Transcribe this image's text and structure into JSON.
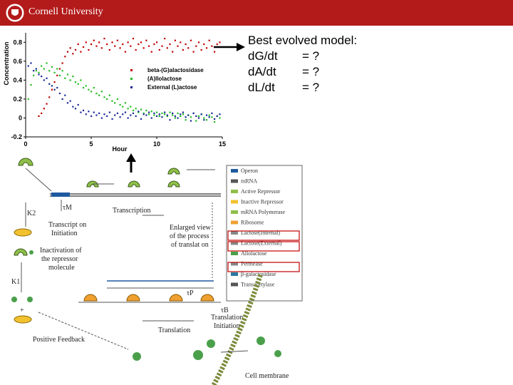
{
  "header": {
    "brand": "Cornell University"
  },
  "model": {
    "title": "Best evolved model:",
    "equations": [
      {
        "lhs": "dG/dt",
        "rhs": "= ?"
      },
      {
        "lhs": "dA/dt",
        "rhs": "= ?"
      },
      {
        "lhs": "dL/dt",
        "rhs": "= ?"
      }
    ]
  },
  "chart_data": {
    "type": "scatter",
    "xlabel": "Hour",
    "ylabel": "Concentration",
    "xlim": [
      0,
      15
    ],
    "ylim": [
      -0.2,
      0.9
    ],
    "xticks": [
      "0",
      "5",
      "10",
      "15"
    ],
    "yticks": [
      "-0.2",
      "0",
      "0.2",
      "0.4",
      "0.6",
      "0.8"
    ],
    "legend_position": "center",
    "series": [
      {
        "name": "beta-(G)alactosidase",
        "color": "#c00000",
        "x": [
          1.0,
          1.2,
          1.4,
          1.6,
          1.8,
          2.0,
          2.2,
          2.4,
          2.6,
          2.8,
          3.0,
          3.2,
          3.4,
          3.6,
          3.8,
          4.0,
          4.2,
          4.4,
          4.6,
          4.8,
          5.0,
          5.2,
          5.4,
          5.6,
          5.8,
          6.0,
          6.2,
          6.4,
          6.6,
          6.8,
          7.0,
          7.2,
          7.4,
          7.6,
          7.8,
          8.0,
          8.2,
          8.4,
          8.6,
          8.8,
          9.0,
          9.2,
          9.4,
          9.6,
          9.8,
          10.0,
          10.2,
          10.4,
          10.6,
          10.8,
          11.0,
          11.2,
          11.4,
          11.6,
          11.8,
          12.0,
          12.2,
          12.4,
          12.6,
          12.8,
          13.0,
          13.2,
          13.4,
          13.6,
          13.8,
          14.0,
          14.2,
          14.4,
          14.6,
          14.8
        ],
        "y": [
          0.02,
          0.05,
          0.1,
          0.15,
          0.22,
          0.3,
          0.38,
          0.45,
          0.52,
          0.58,
          0.65,
          0.7,
          0.74,
          0.68,
          0.72,
          0.78,
          0.7,
          0.75,
          0.8,
          0.72,
          0.78,
          0.82,
          0.76,
          0.8,
          0.74,
          0.84,
          0.78,
          0.72,
          0.8,
          0.76,
          0.82,
          0.74,
          0.78,
          0.7,
          0.8,
          0.76,
          0.84,
          0.72,
          0.78,
          0.8,
          0.74,
          0.82,
          0.76,
          0.7,
          0.78,
          0.8,
          0.72,
          0.76,
          0.84,
          0.74,
          0.78,
          0.7,
          0.82,
          0.76,
          0.8,
          0.72,
          0.78,
          0.74,
          0.82,
          0.7,
          0.76,
          0.8,
          0.72,
          0.78,
          0.74,
          0.82,
          0.76,
          0.7,
          0.78,
          0.8
        ]
      },
      {
        "name": "(A)llolactose",
        "color": "#22bb22",
        "x": [
          0.2,
          0.4,
          0.6,
          0.8,
          1.0,
          1.2,
          1.4,
          1.6,
          1.8,
          2.0,
          2.2,
          2.4,
          2.6,
          2.8,
          3.0,
          3.2,
          3.4,
          3.6,
          3.8,
          4.0,
          4.2,
          4.4,
          4.6,
          4.8,
          5.0,
          5.2,
          5.4,
          5.6,
          5.8,
          6.0,
          6.2,
          6.4,
          6.6,
          6.8,
          7.0,
          7.2,
          7.4,
          7.6,
          7.8,
          8.0,
          8.2,
          8.4,
          8.6,
          8.8,
          9.0,
          9.2,
          9.4,
          9.6,
          9.8,
          10.0,
          10.2,
          10.4,
          10.6,
          10.8,
          11.0,
          11.2,
          11.4,
          11.6,
          11.8,
          12.0,
          12.2,
          12.4,
          12.6,
          12.8,
          13.0,
          13.2,
          13.4,
          13.6,
          13.8,
          14.0,
          14.2,
          14.4,
          14.6,
          14.8
        ],
        "y": [
          0.2,
          0.35,
          0.45,
          0.5,
          0.48,
          0.55,
          0.52,
          0.58,
          0.5,
          0.54,
          0.48,
          0.52,
          0.45,
          0.5,
          0.42,
          0.46,
          0.4,
          0.44,
          0.38,
          0.36,
          0.4,
          0.32,
          0.34,
          0.3,
          0.28,
          0.32,
          0.26,
          0.24,
          0.28,
          0.22,
          0.2,
          0.24,
          0.18,
          0.16,
          0.2,
          0.14,
          0.12,
          0.16,
          0.1,
          0.12,
          0.08,
          0.1,
          0.06,
          0.09,
          0.05,
          0.08,
          0.04,
          0.07,
          0.03,
          0.06,
          0.02,
          0.05,
          0.04,
          0.02,
          0.06,
          0.03,
          0.0,
          0.05,
          0.02,
          0.04,
          -0.02,
          0.03,
          0.01,
          0.05,
          -0.03,
          0.02,
          0.04,
          0.0,
          -0.02,
          0.03,
          0.01,
          -0.04,
          0.02,
          0.0
        ]
      },
      {
        "name": "External (L)actose",
        "color": "#1a2a9a",
        "x": [
          0.2,
          0.4,
          0.6,
          0.8,
          1.0,
          1.2,
          1.4,
          1.6,
          1.8,
          2.0,
          2.2,
          2.4,
          2.6,
          2.8,
          3.0,
          3.2,
          3.4,
          3.6,
          3.8,
          4.0,
          4.2,
          4.4,
          4.6,
          4.8,
          5.0,
          5.2,
          5.4,
          5.6,
          5.8,
          6.0,
          6.2,
          6.4,
          6.6,
          6.8,
          7.0,
          7.2,
          7.4,
          7.6,
          7.8,
          8.0,
          8.2,
          8.4,
          8.6,
          8.8,
          9.0,
          9.2,
          9.4,
          9.6,
          9.8,
          10.0,
          10.2,
          10.4,
          10.6,
          10.8,
          11.0,
          11.2,
          11.4,
          11.6,
          11.8,
          12.0,
          12.2,
          12.4,
          12.6,
          12.8,
          13.0,
          13.2,
          13.4,
          13.6,
          13.8,
          14.0,
          14.2,
          14.4,
          14.6,
          14.8
        ],
        "y": [
          0.55,
          0.58,
          0.5,
          0.52,
          0.46,
          0.44,
          0.4,
          0.42,
          0.36,
          0.34,
          0.3,
          0.32,
          0.26,
          0.2,
          0.24,
          0.16,
          0.18,
          0.12,
          0.1,
          0.14,
          0.06,
          0.08,
          0.04,
          0.07,
          0.02,
          0.06,
          0.03,
          0.05,
          0.0,
          0.04,
          0.02,
          0.06,
          -0.01,
          0.03,
          0.05,
          0.01,
          0.04,
          0.06,
          0.0,
          0.03,
          0.05,
          0.02,
          0.07,
          -0.01,
          0.04,
          0.03,
          0.06,
          0.0,
          0.05,
          0.02,
          0.04,
          0.01,
          0.06,
          0.03,
          -0.02,
          0.05,
          0.02,
          0.0,
          0.04,
          0.06,
          0.01,
          0.03,
          -0.03,
          0.05,
          0.02,
          0.0,
          0.04,
          -0.02,
          0.03,
          0.01,
          0.05,
          -0.01,
          0.02,
          0.04
        ]
      }
    ]
  },
  "diagram": {
    "legend_items": [
      "Operon",
      "mRNA",
      "Active Repressor",
      "Inactive Repressor",
      "mRNA Polymerase",
      "Ribosome",
      "Lactose(Internal)",
      "Lactose(External)",
      "Allolactose",
      "Permease",
      "β-galactosidase",
      "Transacetylase"
    ],
    "labels": {
      "transcription": "Transcription",
      "tau_m": "τM",
      "k2": "K2",
      "transcript_on_1": "Transcript on",
      "transcript_on_2": "Initiation",
      "enlarged_1": "Enlarged view",
      "enlarged_2": "of the process",
      "enlarged_3": "of translat on",
      "inactivation_1": "Inactivation of",
      "inactivation_2": "the repressor",
      "inactivation_3": "molecule",
      "k1": "K1",
      "plus": "+",
      "tau_p": "τP",
      "tau_b": "τB",
      "translation": "Translation",
      "translation_init_1": "Translation",
      "translation_init_2": "Initiation",
      "positive_feedback": "Positive Feedback",
      "cell_membrane": "Cell membrane"
    },
    "colors": {
      "repressor": "#8fbf4a",
      "inactive_repressor": "#f2c12e",
      "ribosome": "#f0a030",
      "allolactose": "#4aa04a",
      "operon": "#1f5aa0",
      "membrane": "#7a8a3a",
      "highlight": "#c00000"
    }
  }
}
